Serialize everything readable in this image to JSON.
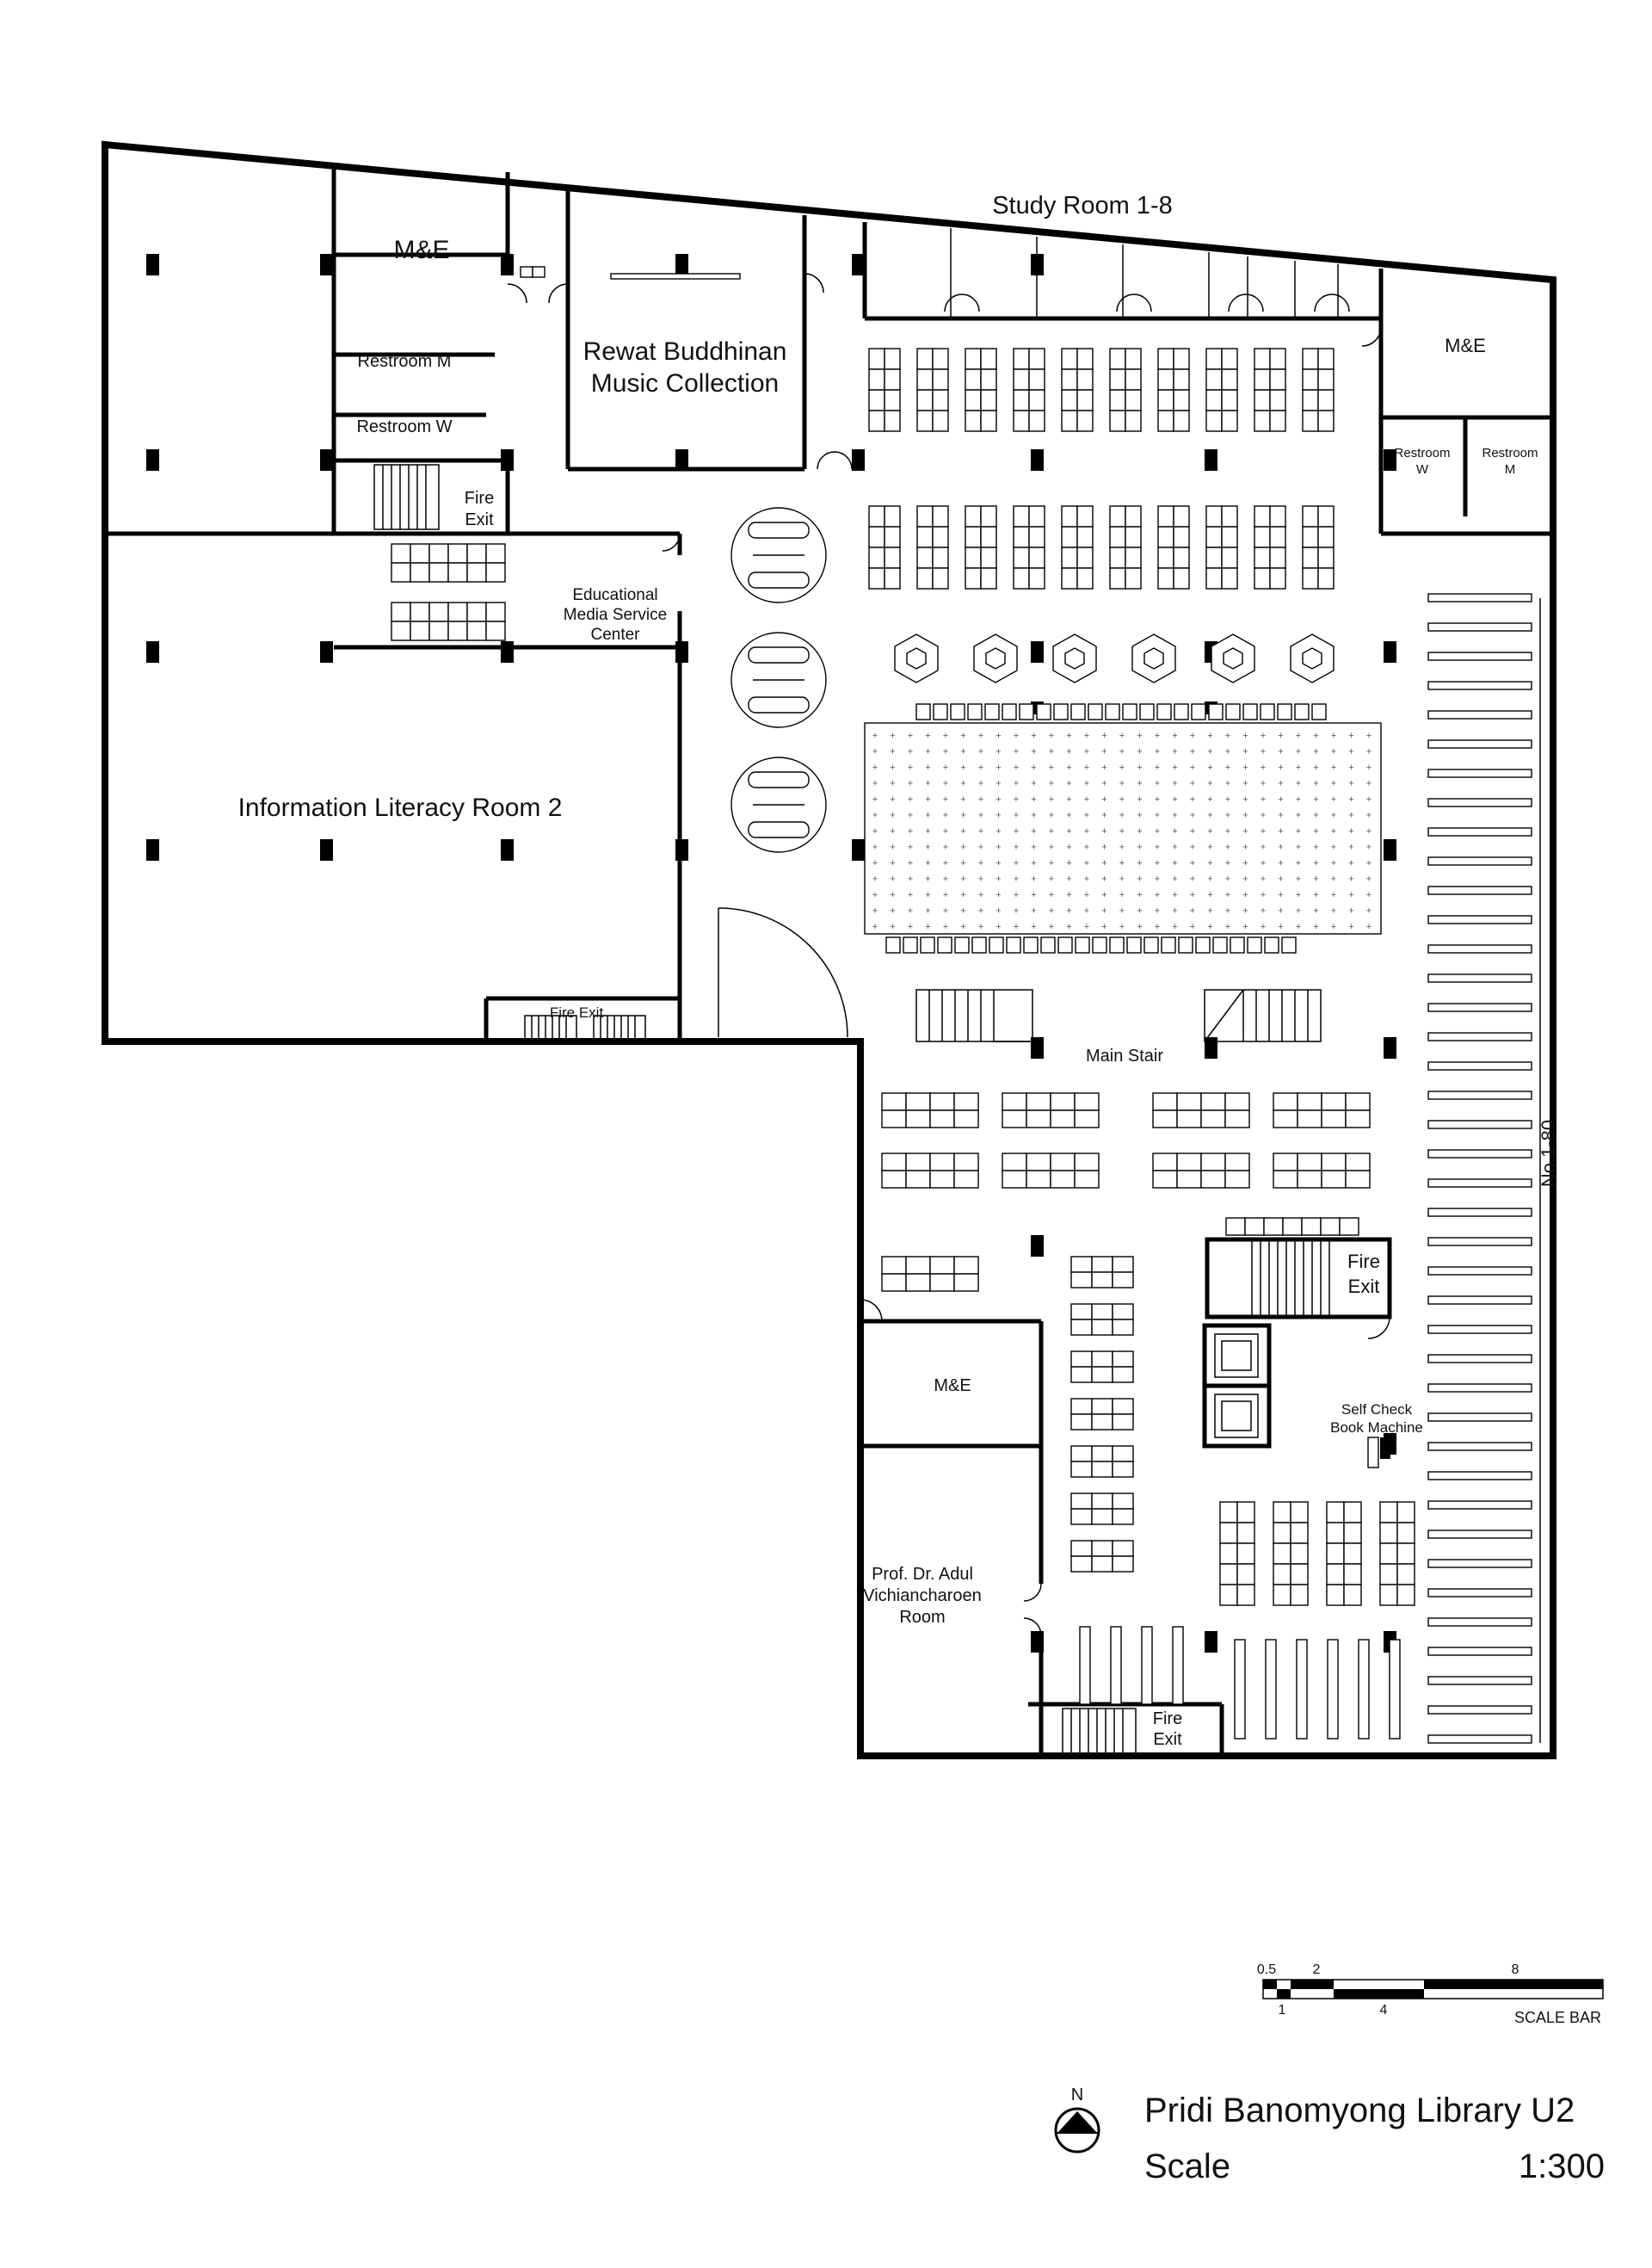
{
  "title": "Pridi Banomyong Library U2",
  "scale_label": "Scale",
  "scale_value": "1:300",
  "north": "N",
  "scale_bar": {
    "label": "SCALE BAR",
    "top_ticks": [
      "0.5",
      "2",
      "8"
    ],
    "bottom_ticks": [
      "1",
      "4"
    ]
  },
  "rooms": {
    "study_rooms": "Study Room 1-8",
    "me_top_left": "M&E",
    "rewat_line1": "Rewat Buddhinan",
    "rewat_line2": "Music Collection",
    "restroom_m_left": "Restroom M",
    "restroom_w_left": "Restroom W",
    "fire_exit_left_1": "Fire",
    "fire_exit_left_2": "Exit",
    "edu_line1": "Educational",
    "edu_line2": "Media Service",
    "edu_line3": "Center",
    "info_literacy": "Information Literacy Room 2",
    "fire_exit_bottom_left": "Fire Exit",
    "me_top_right": "M&E",
    "restroom_w_right_1": "Restroom",
    "restroom_w_right_2": "W",
    "restroom_m_right_1": "Restroom",
    "restroom_m_right_2": "M",
    "main_stair": "Main Stair",
    "shelves_label": "No.1-80",
    "fire_exit_mid_1": "Fire",
    "fire_exit_mid_2": "Exit",
    "self_check_1": "Self Check",
    "self_check_2": "Book Machine",
    "me_bottom": "M&E",
    "adul_line1": "Prof. Dr. Adul",
    "adul_line2": "Vichiancharoen",
    "adul_line3": "Room",
    "fire_exit_bottom_1": "Fire",
    "fire_exit_bottom_2": "Exit"
  }
}
